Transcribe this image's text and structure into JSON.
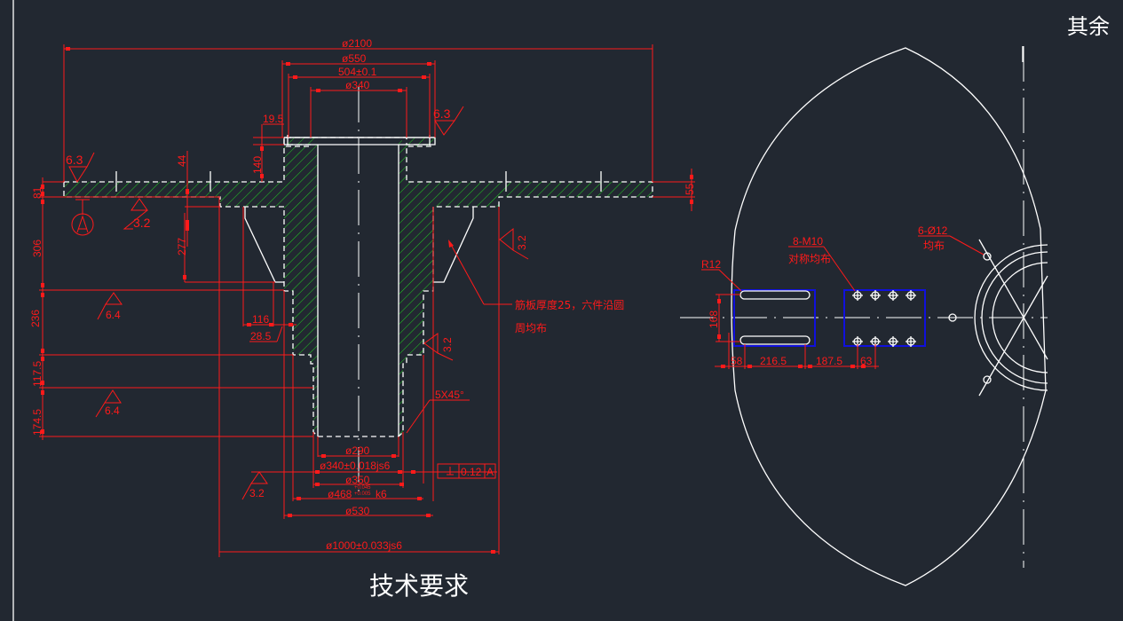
{
  "title_corner": "其余",
  "technical_requirements_title": "技术要求",
  "colors": {
    "background": "#222831",
    "outline": "#ffffff",
    "dimension": "#ff1a1a",
    "hatch": "#22cc22",
    "highlight_box": "#1010dd"
  },
  "section_view": {
    "dims_top": {
      "d2100": "ø2100",
      "d550": "ø550",
      "w504": "504±0.1",
      "d340": "ø340"
    },
    "dims_vertical_left": {
      "h81": "81",
      "h306": "306",
      "h236": "236",
      "h117_5": "117.5",
      "h174_5": "174.5"
    },
    "dims_misc": {
      "d19_5": "19.5",
      "d140": "140",
      "d44": "44",
      "d277": "277",
      "d55": "55",
      "d116": "116",
      "d28_5": "28.5",
      "chamfer": "5X45°"
    },
    "dims_bottom": {
      "d290": "ø290",
      "d340js6": "ø340±0.018js6",
      "d350": "ø350",
      "d468k6": "ø468",
      "d468k6_suffix": "k6",
      "d468_tol_upper": "+0.045",
      "d468_tol_lower": "+0.005",
      "d530": "ø530",
      "d1000js6": "ø1000±0.033js6"
    },
    "roughness": {
      "r6_3_left": "6.3",
      "r6_3_top": "6.3",
      "r3_2_flange": "3.2",
      "r3_2_rib": "3.2",
      "r3_2_shaft": "3.2",
      "r3_2_bottom": "3.2",
      "r6_4_upper": "6.4",
      "r6_4_lower": "6.4"
    },
    "datum": "A",
    "geometric_tolerance": {
      "symbol": "⊥",
      "value": "0.12",
      "datum": "A"
    },
    "rib_note_line1": "筋板厚度25，六件沿圆",
    "rib_note_line2": "周均布"
  },
  "top_view": {
    "slot_radius": "R12",
    "bolt_note_line1": "8-M10",
    "bolt_note_line2": "对称均布",
    "hole_note_line1": "6-Ø12",
    "hole_note_line2": "均布",
    "d168": "168",
    "d58": "58",
    "d216_5": "216.5",
    "d187_5": "187.5",
    "d63": "63"
  }
}
